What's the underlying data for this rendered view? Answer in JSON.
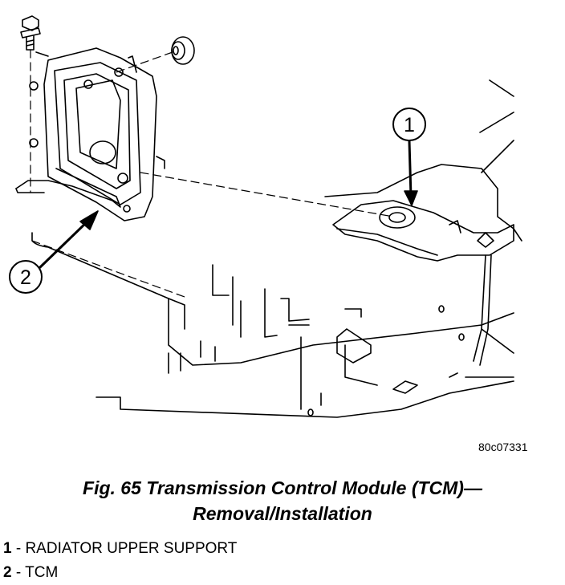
{
  "figure": {
    "code": "80c07331",
    "callouts": [
      {
        "number": "1"
      },
      {
        "number": "2"
      }
    ]
  },
  "caption": {
    "line1": "Fig. 65 Transmission Control Module (TCM)—",
    "line2": "Removal/Installation"
  },
  "legend": {
    "items": [
      {
        "number": "1",
        "text": " - RADIATOR UPPER SUPPORT"
      },
      {
        "number": "2",
        "text": " - TCM"
      }
    ]
  }
}
